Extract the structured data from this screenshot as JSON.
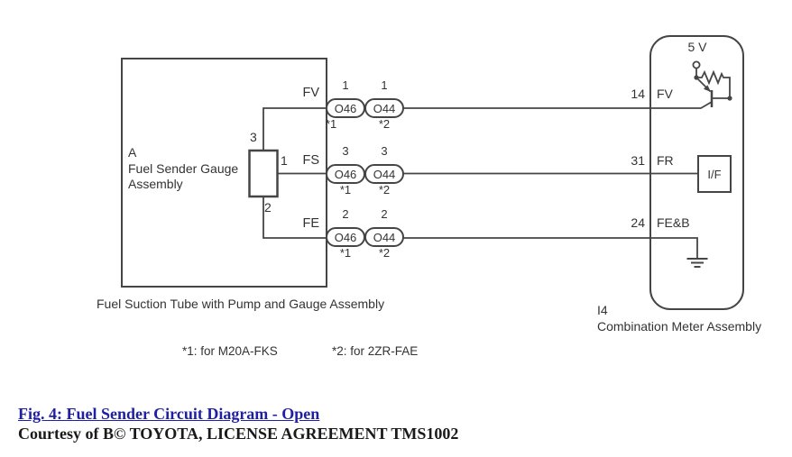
{
  "colors": {
    "line": "#454545",
    "text": "#333333",
    "link_blue": "#1f1fa3"
  },
  "sender": {
    "id": "A",
    "name_line1": "Fuel Sender Gauge",
    "name_line2": "Assembly",
    "caption": "Fuel Suction Tube with Pump and Gauge Assembly",
    "pin_top": "3",
    "pin_right": "1",
    "pin_bottom": "2"
  },
  "rows": [
    {
      "signal": "FV",
      "wire_pin": "1",
      "conn_left": "O46",
      "conn_right": "O44",
      "note_left": "*1",
      "note_right": "*2",
      "meter_pin": "14",
      "meter_signal": "FV"
    },
    {
      "signal": "FS",
      "wire_pin": "3",
      "conn_left": "O46",
      "conn_right": "O44",
      "note_left": "*1",
      "note_right": "*2",
      "meter_pin": "31",
      "meter_signal": "FR"
    },
    {
      "signal": "FE",
      "wire_pin": "2",
      "conn_left": "O46",
      "conn_right": "O44",
      "note_left": "*1",
      "note_right": "*2",
      "meter_pin": "24",
      "meter_signal": "FE&B"
    }
  ],
  "meter": {
    "id": "I4",
    "name": "Combination Meter Assembly",
    "supply": "5 V",
    "interface": "I/F"
  },
  "footnotes": {
    "note1": "*1: for M20A-FKS",
    "note2": "*2: for 2ZR-FAE"
  },
  "caption": {
    "figure": "Fig. 4: Fuel Sender Circuit Diagram - Open",
    "courtesy": "Courtesy of B© TOYOTA, LICENSE AGREEMENT TMS1002"
  }
}
